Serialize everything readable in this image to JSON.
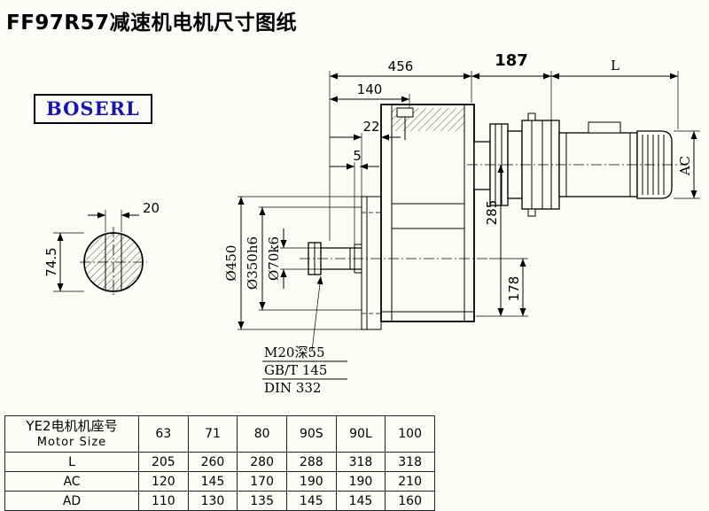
{
  "page": {
    "title": "FF97R57减速机电机尺寸图纸",
    "brand": "BOSERL"
  },
  "dims": {
    "top_456": "456",
    "top_187": "187",
    "top_L": "L",
    "d140": "140",
    "d22": "22",
    "d5": "5",
    "d285": "285",
    "d178": "178",
    "ac": "AC",
    "flange_od": "Ø450",
    "spigot": "Ø350h6",
    "shaft": "Ø70k6",
    "key_width": "20",
    "key_height": "74.5",
    "tap": "M20深55",
    "std_gb": "GB/T 145",
    "std_din": "DIN 332"
  },
  "table": {
    "header_cn": "YE2电机机座号",
    "header_en": "Motor Size",
    "sizes": [
      "63",
      "71",
      "80",
      "90S",
      "90L",
      "100"
    ],
    "rows": [
      {
        "label": "L",
        "values": [
          "205",
          "260",
          "280",
          "288",
          "318",
          "318"
        ]
      },
      {
        "label": "AC",
        "values": [
          "120",
          "145",
          "170",
          "190",
          "190",
          "210"
        ]
      },
      {
        "label": "AD",
        "values": [
          "110",
          "130",
          "135",
          "145",
          "145",
          "160"
        ]
      }
    ]
  }
}
